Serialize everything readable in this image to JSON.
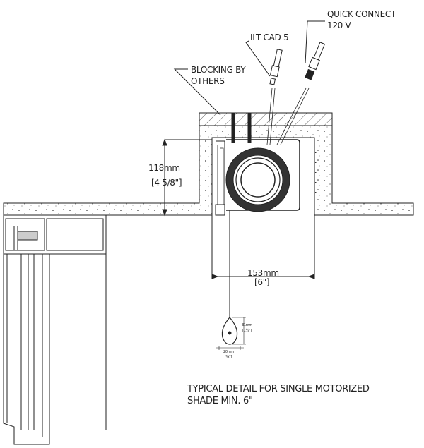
{
  "labels": {
    "quick_connect_line1": "QUICK CONNECT",
    "quick_connect_line2": "120 V",
    "ilt_cad": "ILT CAD 5",
    "blocking_line1": "BLOCKING BY",
    "blocking_line2": "OTHERS"
  },
  "dimensions": {
    "height_mm": "118mm",
    "height_in": "[4 5/8\"]",
    "width_mm": "153mm",
    "width_in": "[6\"]",
    "pull_height_mm": "31mm",
    "pull_height_in": "[1¼\"]",
    "pull_width_mm": "20mm",
    "pull_width_in": "[¾\"]"
  },
  "caption": {
    "line1": "TYPICAL DETAIL FOR SINGLE MOTORIZED",
    "line2": "SHADE MIN. 6\""
  }
}
